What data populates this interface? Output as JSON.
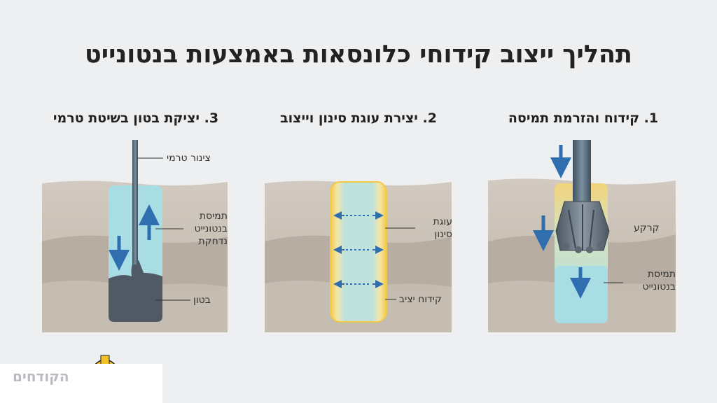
{
  "title": "תהליך ייצוב קידוחי כלונסאות באמצעות בנטונייט",
  "steps": [
    {
      "title": "1. קידוח והזרמת תמיסה",
      "labels": {
        "soil": "קרקע",
        "slurry_1": "תמיסת",
        "slurry_2": "בנטונייט"
      }
    },
    {
      "title": "2. יצירת עוגת סינון וייצוב",
      "labels": {
        "filter_cake_1": "עוגת",
        "filter_cake_2": "סינון",
        "stable_bore": "קידוח יציב"
      }
    },
    {
      "title": "3. יציקת בטון בשיטת טרמי",
      "labels": {
        "tremie": "צינור טרמי",
        "displaced_1": "תמיסת",
        "displaced_2": "בנטונייט",
        "displaced_3": "נדחקת",
        "concrete": "בטון"
      }
    }
  ],
  "logo": {
    "text": "הקודחים",
    "icon": "hard-hat-goggles-icon"
  },
  "colors": {
    "soil_light": "#cfc6bc",
    "soil_dark": "#b4aa9f",
    "slurry": "#a8dde3",
    "filter_cake": "#f0c84a",
    "concrete": "#4f5a66",
    "arrow": "#2f6fb0",
    "pipe": "#5a6d7c"
  }
}
